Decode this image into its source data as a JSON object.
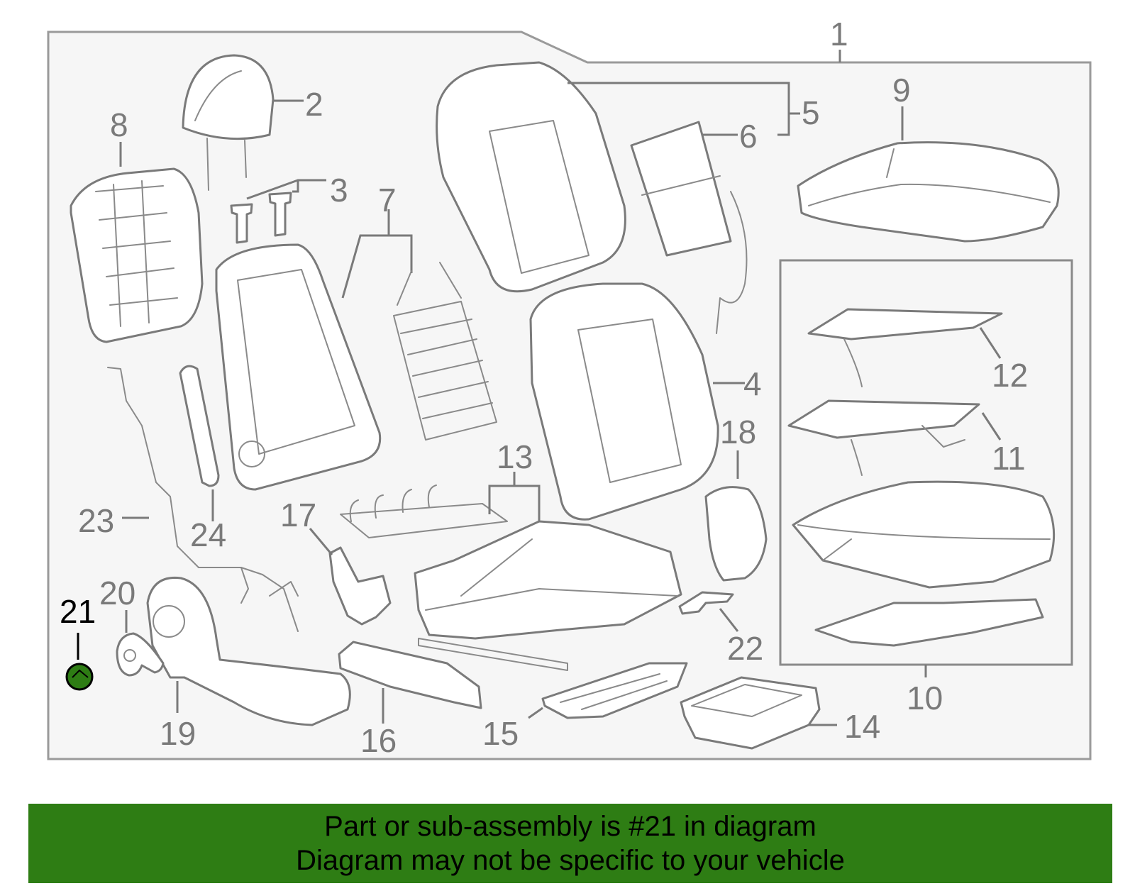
{
  "diagram": {
    "callouts": [
      "1",
      "2",
      "3",
      "4",
      "5",
      "6",
      "7",
      "8",
      "9",
      "10",
      "11",
      "12",
      "13",
      "14",
      "15",
      "16",
      "17",
      "18",
      "19",
      "20",
      "21",
      "22",
      "23",
      "24"
    ],
    "highlighted_part": "21",
    "highlight_color": "#2e7d14",
    "line_color": "#7a7a7a",
    "background_color": "#f6f6f6"
  },
  "banner": {
    "line1": "Part or sub-assembly is #21 in diagram",
    "line2": "Diagram may not be specific to your vehicle",
    "background_color": "#2e7d14"
  }
}
